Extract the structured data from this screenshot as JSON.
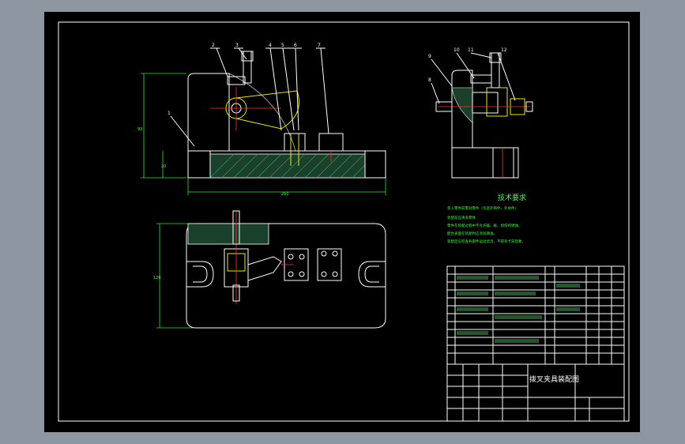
{
  "drawing": {
    "title": "拨叉夹具装配图",
    "tech_heading": "技术要求",
    "tech_lines": [
      "装入零件前需对零件（包括外购件、外协件）",
      "装配前应清洗零件",
      "零件在装配过程中不允许磕、碰、划伤和锈蚀。",
      "配合表面在装配时应涂润滑油。",
      "装配后应检查各部件运动灵活，不得有卡滞现象。"
    ],
    "part_numbers": [
      "1",
      "2",
      "3",
      "4",
      "5",
      "6",
      "7",
      "8",
      "9",
      "10",
      "11",
      "12"
    ],
    "dim_labels": {
      "front_height": "93",
      "base_height": "20",
      "base_width": "260",
      "plan_height": "126"
    }
  },
  "colors": {
    "sheet": "#000000",
    "frame": "#ffffff",
    "dimension": "#2ee82e",
    "centerline": "#ff3030",
    "highlight": "#f2e600"
  }
}
